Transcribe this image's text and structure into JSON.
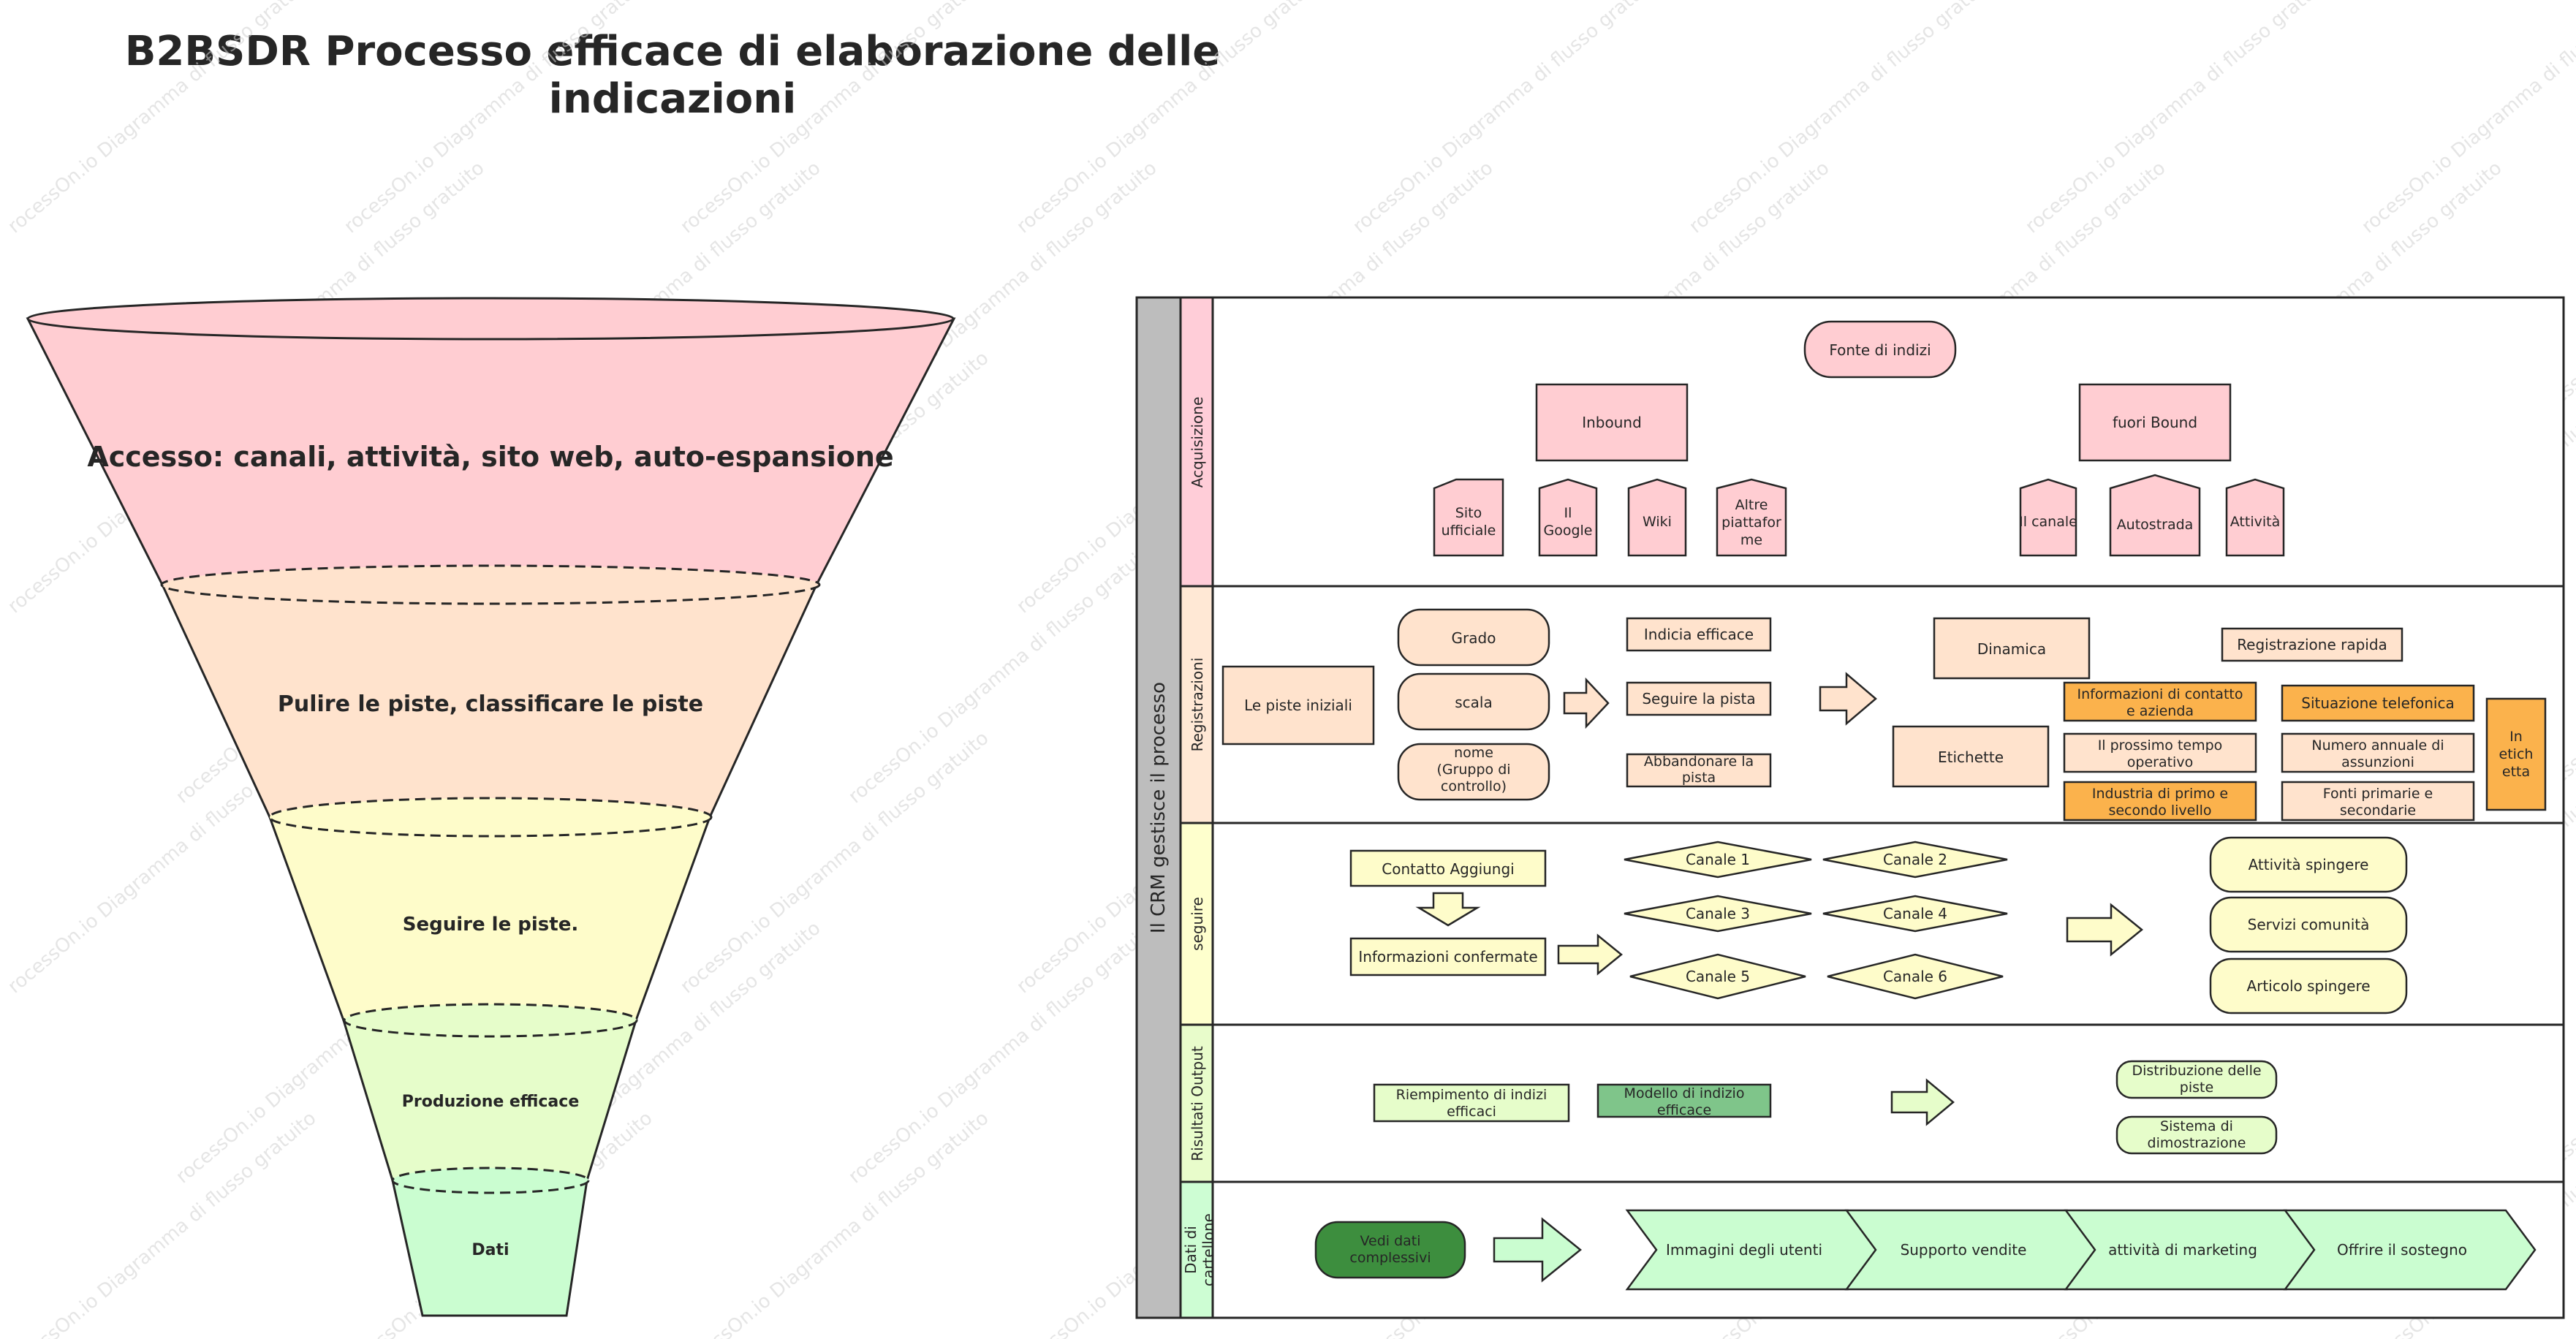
{
  "title": "B2BSDR Processo efficace di elaborazione delle indicazioni",
  "watermark": "rocessOn.io Diagramma di flusso gratuito",
  "funnel": {
    "levels": [
      {
        "label": "Accesso: canali, attività, sito web, auto-espansione",
        "color": "#ffcdd2"
      },
      {
        "label": "Pulire le piste, classificare le piste",
        "color": "#ffe3cd"
      },
      {
        "label": "Seguire le piste.",
        "color": "#fefcca"
      },
      {
        "label": "Produzione efficace",
        "color": "#e6fdca"
      },
      {
        "label": "Dati",
        "color": "#cafdd0"
      }
    ]
  },
  "process": {
    "pool_label": "Il CRM gestisce il processo",
    "lanes": [
      {
        "label": "Acquisizione",
        "color": "#ffcdd8"
      },
      {
        "label": "Registrazioni",
        "color": "#ffe8d5"
      },
      {
        "label": "seguire",
        "color": "#feffcd"
      },
      {
        "label": "Risultati Output",
        "color": "#e8fccb"
      },
      {
        "label": "Dati di cartellone",
        "color": "#cdfdd3"
      }
    ],
    "acquisizione": {
      "source": "Fonte di indizi",
      "inbound": "Inbound",
      "outbound": "fuori Bound",
      "inbound_items": [
        "Sito ufficiale",
        "Il Google",
        "Wiki",
        "Altre piattaforme"
      ],
      "outbound_items": [
        "Il canale",
        "Autostrada",
        "Attività"
      ]
    },
    "registrazioni": {
      "start": "Le piste iniziali",
      "grades": [
        "Grado",
        "scala",
        "nome (Gruppo di controllo)"
      ],
      "actions": [
        "Indicia efficace",
        "Seguire la pista",
        "Abbandonare la pista"
      ],
      "dynamic": "Dinamica",
      "tags": "Etichette",
      "quick": "Registrazione rapida",
      "info": [
        "Informazioni di contatto e azienda",
        "Il prossimo tempo operativo",
        "Industria di primo e secondo livello"
      ],
      "details": [
        "Situazione telefonica",
        "Numero annuale di assunzioni",
        "Fonti primarie e secondarie"
      ],
      "label": "In etichetta"
    },
    "seguire": {
      "contact": "Contatto Aggiungi",
      "confirmed": "Informazioni confermate",
      "channels": [
        "Canale 1",
        "Canale 2",
        "Canale 3",
        "Canale 4",
        "Canale 5",
        "Canale 6"
      ],
      "results": [
        "Attività spingere",
        "Servizi comunità",
        "Articolo spingere"
      ]
    },
    "risultati": {
      "fill": "Riempimento di indizi efficaci",
      "model": "Modello di indizio efficace",
      "outputs": [
        "Distribuzione delle piste",
        "Sistema di dimostrazione"
      ]
    },
    "dati": {
      "start": "Vedi dati complessivi",
      "steps": [
        "Immagini degli utenti",
        "Supporto vendite",
        "attività di marketing",
        "Offrire il sostegno"
      ]
    }
  },
  "colors": {
    "stroke": "#262626",
    "pool_bar": "#bdbdbd",
    "orange": "#fbb24c",
    "green_mid": "#7fc58a",
    "green_dark": "#3d8e3e",
    "green_light": "#cafdd0",
    "lime_light": "#e6fdca"
  }
}
